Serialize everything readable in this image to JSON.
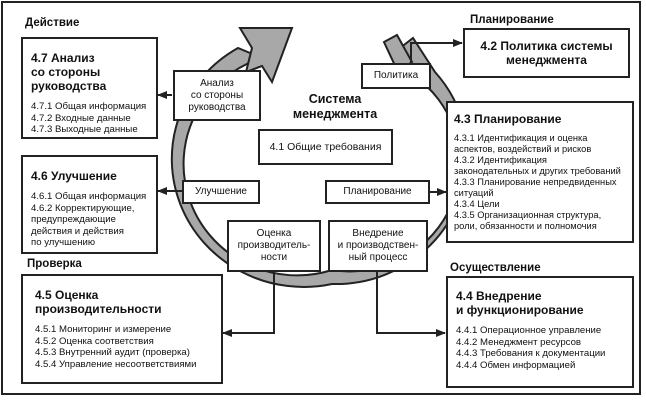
{
  "diagram": {
    "title_line1": "Система",
    "title_line2": "менеджмента",
    "general": "4.1 Общие требования",
    "colors": {
      "arrow_fill": "#a8a8a8",
      "stroke": "#222222",
      "background": "#ffffff"
    },
    "sections": {
      "action": "Действие",
      "planning": "Планирование",
      "check": "Проверка",
      "implementation": "Осуществление"
    },
    "cycle_labels": {
      "review": [
        "Анализ",
        "со стороны",
        "руководства"
      ],
      "policy": "Политика",
      "improvement": "Улучшение",
      "planning": "Планирование",
      "performance": [
        "Оценка",
        "производитель-",
        "ности"
      ],
      "implementation": [
        "Внедрение",
        "и производствен-",
        "ный процесс"
      ]
    },
    "boxes": {
      "review": {
        "title": [
          "4.7 Анализ",
          "со стороны",
          "руководства"
        ],
        "items": [
          "4.7.1 Общая информация",
          "4.7.2 Входные данные",
          "4.7.3 Выходные данные"
        ]
      },
      "improvement": {
        "title": [
          "4.6 Улучшение"
        ],
        "items": [
          "4.6.1 Общая информация",
          "4.6.2 Корректирующие,",
          "предупреждающие",
          "действия и действия",
          "по улучшению"
        ]
      },
      "performance": {
        "title": [
          "4.5 Оценка",
          "производительности"
        ],
        "items": [
          "4.5.1 Мониторинг и измерение",
          "4.5.2 Оценка соответствия",
          "4.5.3 Внутренний аудит (проверка)",
          "4.5.4 Управление несоответствиями"
        ]
      },
      "policy": {
        "title": [
          "4.2 Политика системы",
          "менеджмента"
        ]
      },
      "planning": {
        "title": [
          "4.3 Планирование"
        ],
        "items": [
          "4.3.1 Идентификация и оценка",
          "аспектов, воздействий и рисков",
          "4.3.2 Идентификация",
          "законодательных и других требований",
          "4.3.3 Планирование непредвиденных",
          "ситуаций",
          "4.3.4 Цели",
          "4.3.5 Организационная структура,",
          "роли, обязанности и полномочия"
        ]
      },
      "implementation": {
        "title": [
          "4.4 Внедрение",
          "и функционирование"
        ],
        "items": [
          "4.4.1 Операционное  управление",
          "4.4.2 Менеджмент ресурсов",
          "4.4.3 Требования к документации",
          "4.4.4 Обмен информацией"
        ]
      }
    }
  }
}
